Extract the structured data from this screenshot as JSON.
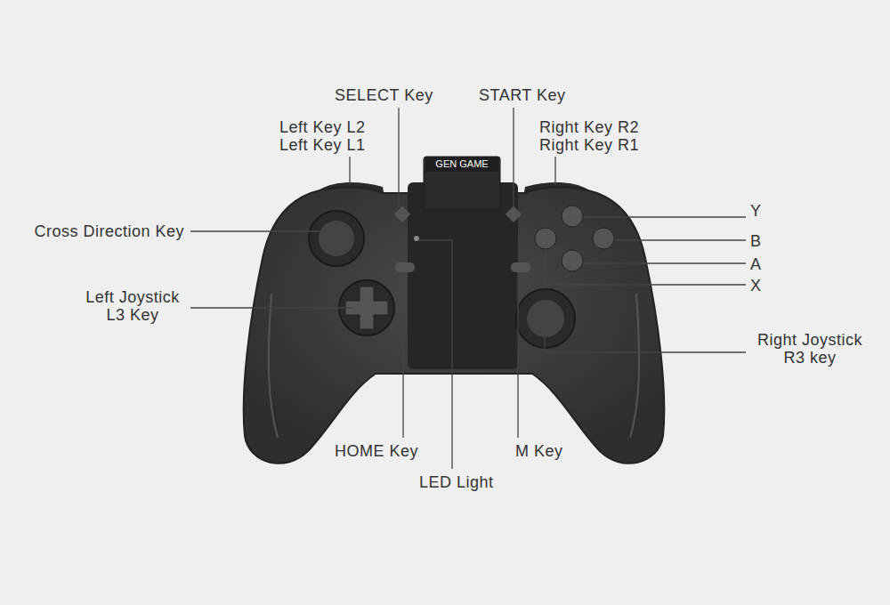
{
  "diagram": {
    "labels": [
      "SELECT Key",
      "START Key",
      "Left Key L2",
      "Left Key L1",
      "Right Key R2",
      "Right Key R1",
      "GEN GAME",
      "Y",
      "Cross Direction Key",
      "B",
      "A",
      "Left Joystick L3 Key",
      "X",
      "Right Joystick R3 key",
      "HOME Key",
      "M Key",
      "LED Light"
    ]
  }
}
